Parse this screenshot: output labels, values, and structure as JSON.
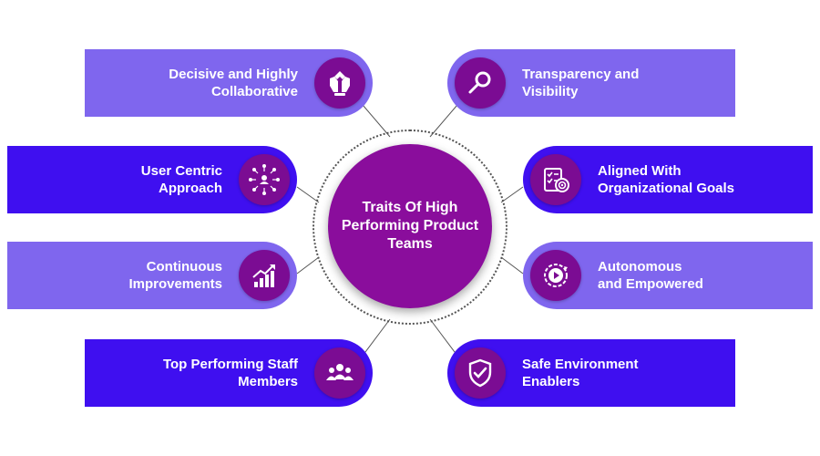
{
  "center": {
    "title": "Traits Of High\nPerforming Product\nTeams"
  },
  "colors": {
    "light_purple": "#7f66ee",
    "deep_blue": "#3f0ff0",
    "icon_circle": "#7b0c93",
    "center_circle": "#8a0d9c"
  },
  "traits": {
    "decisive": {
      "label": "Decisive and Highly\nCollaborative",
      "icon": "hands-together-icon"
    },
    "user_centric": {
      "label": "User Centric\nApproach",
      "icon": "network-user-icon"
    },
    "continuous": {
      "label": "Continuous\nImprovements",
      "icon": "growth-chart-icon"
    },
    "top_performing": {
      "label": "Top Performing Staff\nMembers",
      "icon": "team-icon"
    },
    "transparency": {
      "label": "Transparency and\nVisibility",
      "icon": "magnifier-icon"
    },
    "aligned": {
      "label": "Aligned With\nOrganizational Goals",
      "icon": "checklist-target-icon"
    },
    "autonomous": {
      "label": "Autonomous\nand Empowered",
      "icon": "play-cycle-icon"
    },
    "safe": {
      "label": "Safe Environment\nEnablers",
      "icon": "shield-check-icon"
    }
  }
}
